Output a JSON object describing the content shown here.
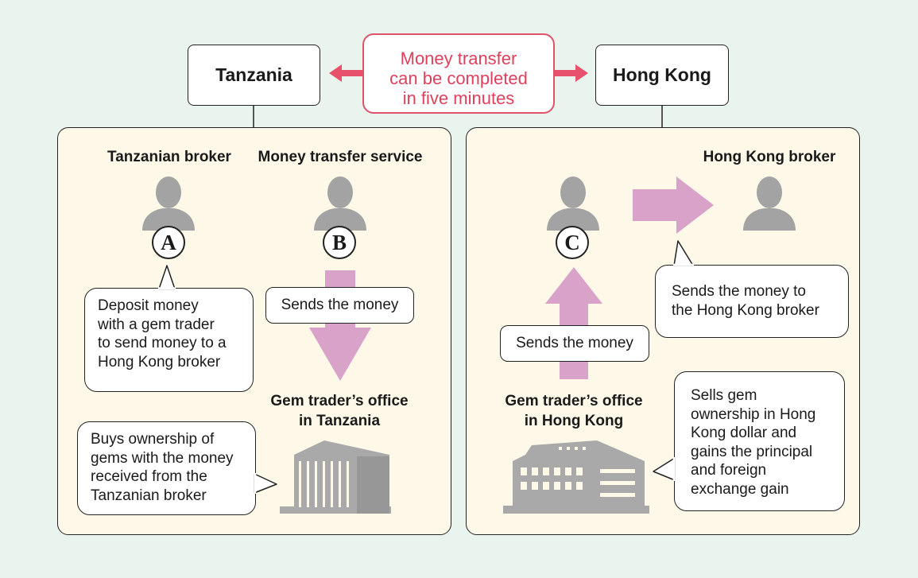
{
  "header": {
    "left_country": "Tanzania",
    "right_country": "Hong Kong",
    "highlight_lines": [
      "Money transfer",
      "can be completed",
      "in five minutes"
    ]
  },
  "left_panel": {
    "broker_label": "Tanzanian broker",
    "service_label": "Money transfer service",
    "badge_a": "A",
    "badge_b": "B",
    "deposit_bubble": [
      "Deposit money",
      "with a gem trader",
      "to send money to a",
      "Hong Kong broker"
    ],
    "sends_pill": "Sends the money",
    "office_label": [
      "Gem trader’s office",
      "in Tanzania"
    ],
    "buys_bubble": [
      "Buys ownership of",
      "gems with the money",
      "received from the",
      "Tanzanian broker"
    ]
  },
  "right_panel": {
    "broker_label": "Hong Kong broker",
    "badge_c": "C",
    "sends_to_bubble": [
      "Sends the money to",
      "the Hong Kong broker"
    ],
    "sends_pill": "Sends the money",
    "office_label": [
      "Gem trader’s office",
      "in Hong Kong"
    ],
    "sells_bubble": [
      "Sells gem",
      "ownership in Hong",
      "Kong dollar and",
      "gains the principal",
      "and foreign",
      "exchange gain"
    ]
  },
  "colors": {
    "highlight": "#e0405c",
    "arrow_pink": "#d9a3c9",
    "person_gray": "#a3a3a3",
    "panel_fill": "#fdf8e8",
    "background": "#eaf4ef"
  }
}
